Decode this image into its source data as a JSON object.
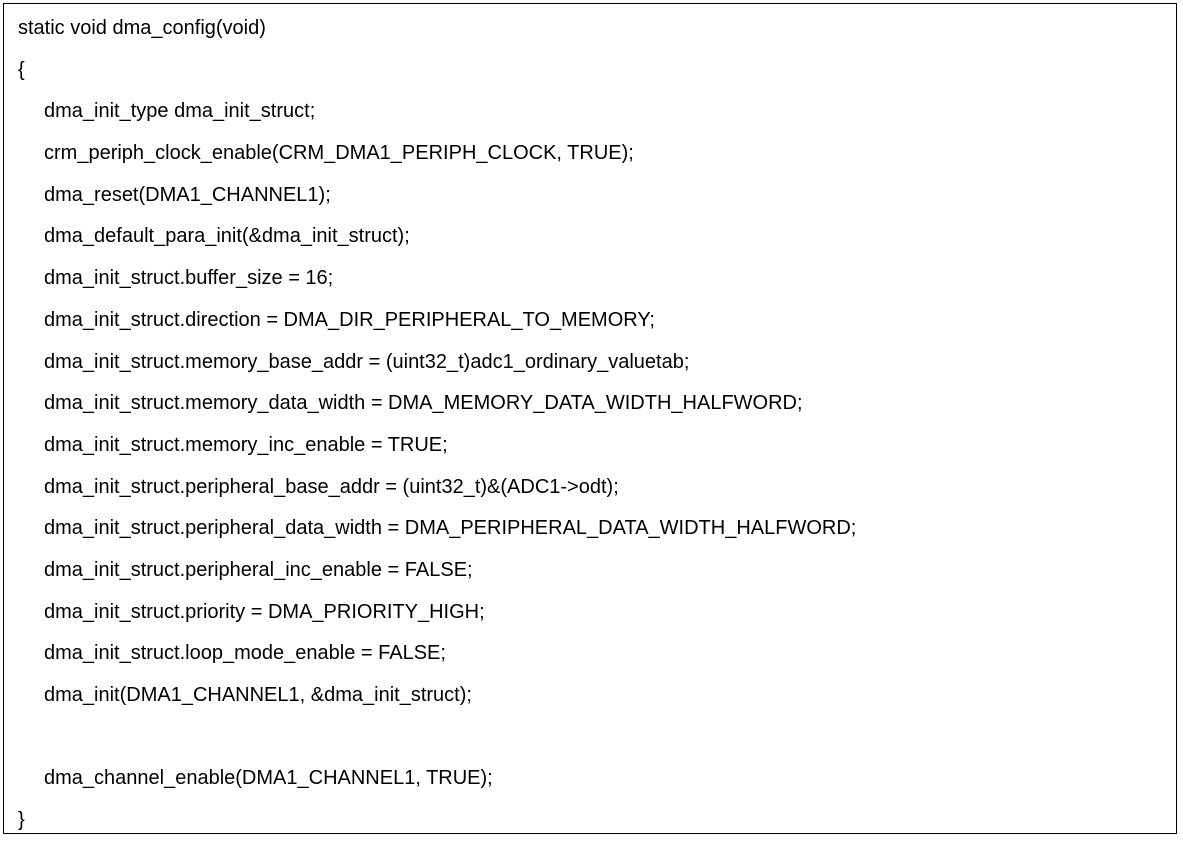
{
  "code": {
    "lines": [
      "static void dma_config(void)",
      "{",
      "dma_init_type dma_init_struct;",
      "crm_periph_clock_enable(CRM_DMA1_PERIPH_CLOCK, TRUE);",
      "dma_reset(DMA1_CHANNEL1);",
      "dma_default_para_init(&dma_init_struct);",
      "dma_init_struct.buffer_size = 16;",
      "dma_init_struct.direction = DMA_DIR_PERIPHERAL_TO_MEMORY;",
      "dma_init_struct.memory_base_addr = (uint32_t)adc1_ordinary_valuetab;",
      "dma_init_struct.memory_data_width = DMA_MEMORY_DATA_WIDTH_HALFWORD;",
      "dma_init_struct.memory_inc_enable = TRUE;",
      "dma_init_struct.peripheral_base_addr = (uint32_t)&(ADC1->odt);",
      "dma_init_struct.peripheral_data_width = DMA_PERIPHERAL_DATA_WIDTH_HALFWORD;",
      "dma_init_struct.peripheral_inc_enable = FALSE;",
      "dma_init_struct.priority = DMA_PRIORITY_HIGH;",
      "dma_init_struct.loop_mode_enable = FALSE;",
      "dma_init(DMA1_CHANNEL1, &dma_init_struct);",
      "",
      "dma_channel_enable(DMA1_CHANNEL1, TRUE);",
      "}"
    ]
  }
}
